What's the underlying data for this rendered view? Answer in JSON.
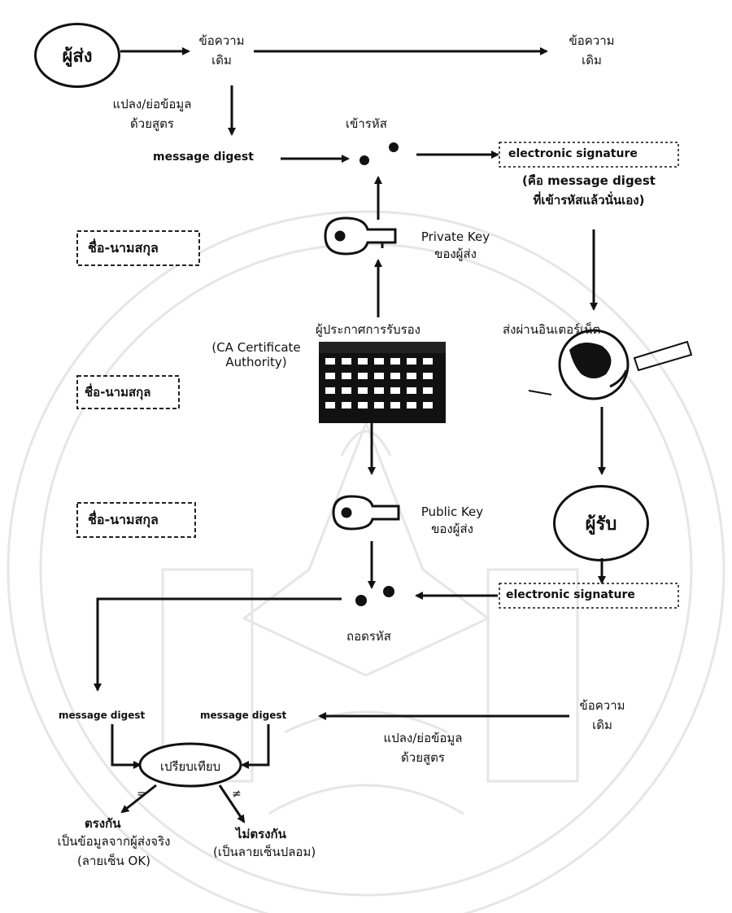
{
  "diagram": {
    "sender": "ผู้ส่ง",
    "receiver": "ผู้รับ",
    "original_message_top_left": [
      "ข้อความ",
      "เดิม"
    ],
    "original_message_top_right": [
      "ข้อความ",
      "เดิม"
    ],
    "original_message_bottom": [
      "ข้อความ",
      "เดิม"
    ],
    "transform_top": [
      "แปลง/ย่อข้อมูล",
      "ด้วยสูตร"
    ],
    "transform_bottom": [
      "แปลง/ย่อข้อมูล",
      "ด้วยสูตร"
    ],
    "message_digest": "message digest",
    "encrypt_label": "เข้ารหัส",
    "decrypt_label": "ถอดรหัส",
    "electronic_signature": "electronic signature",
    "signature_note": [
      "(คือ message digest",
      "ที่เข้ารหัสแล้วนั่นเอง)"
    ],
    "private_key": [
      "Private Key",
      "ของผู้ส่ง"
    ],
    "public_key": [
      "Public Key",
      "ของผู้ส่ง"
    ],
    "ca_title": "ผู้ประกาศการรับรอง",
    "ca_paren": [
      "(CA Certificate",
      "Authority)"
    ],
    "internet": "ส่งผ่านอินเตอร์เน็ต",
    "compare": "เปรียบเทียบ",
    "equal_sign": "=",
    "not_equal_sign": "≠",
    "match": "ตรงกัน",
    "match_note": [
      "เป็นข้อมูลจากผู้ส่งจริง",
      "(ลายเซ็น OK)"
    ],
    "no_match": "ไม่ตรงกัน",
    "no_match_note": "(เป็นลายเซ็นปลอม)",
    "stamp_1": "ชื่อ-นามสกุล",
    "stamp_2": "ชื่อ-นามสกุล",
    "stamp_3": "ชื่อ-นามสกุล"
  }
}
